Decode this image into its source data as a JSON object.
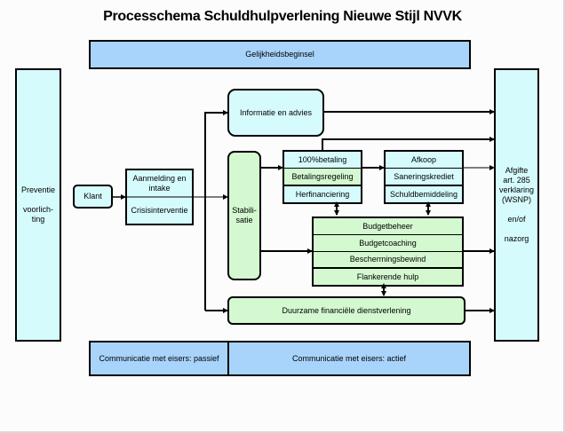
{
  "title": "Processchema Schuldhulpverlening Nieuwe Stijl NVVK",
  "top_band": "Gelijkheidsbeginsel",
  "left_column": {
    "line1": "Preventie",
    "line2": "voorlich-",
    "line3": "ting"
  },
  "klant": "Klant",
  "intake": {
    "top": "Aanmelding en intake",
    "bottom": "Crisisinterventie"
  },
  "stabilisatie": {
    "line1": "Stabili-",
    "line2": "satie"
  },
  "informatie": "Informatie en advies",
  "betaling_stack": [
    "100%betaling",
    "Betalingsregeling",
    "Herfinanciering"
  ],
  "afkoop_stack": [
    "Afkoop",
    "Saneringskrediet",
    "Schuldbemiddeling"
  ],
  "budget_stack": [
    "Budgetbeheer",
    "Budgetcoaching",
    "Beschermingsbewind",
    "Flankerende hulp"
  ],
  "duurzame": "Duurzame financiële dienstverlening",
  "right_column": {
    "line1": "Afgifte",
    "line2": "art. 285",
    "line3": "verklaring",
    "line4": "(WSNP)",
    "line5": "en/of",
    "line6": "nazorg"
  },
  "bottom_bands": {
    "passief": "Communicatie met eisers: passief",
    "actief": "Communicatie met eisers: actief"
  },
  "colors": {
    "cyan": "#d6fbfd",
    "blue": "#a8d4fb",
    "green": "#d4f8d0"
  }
}
